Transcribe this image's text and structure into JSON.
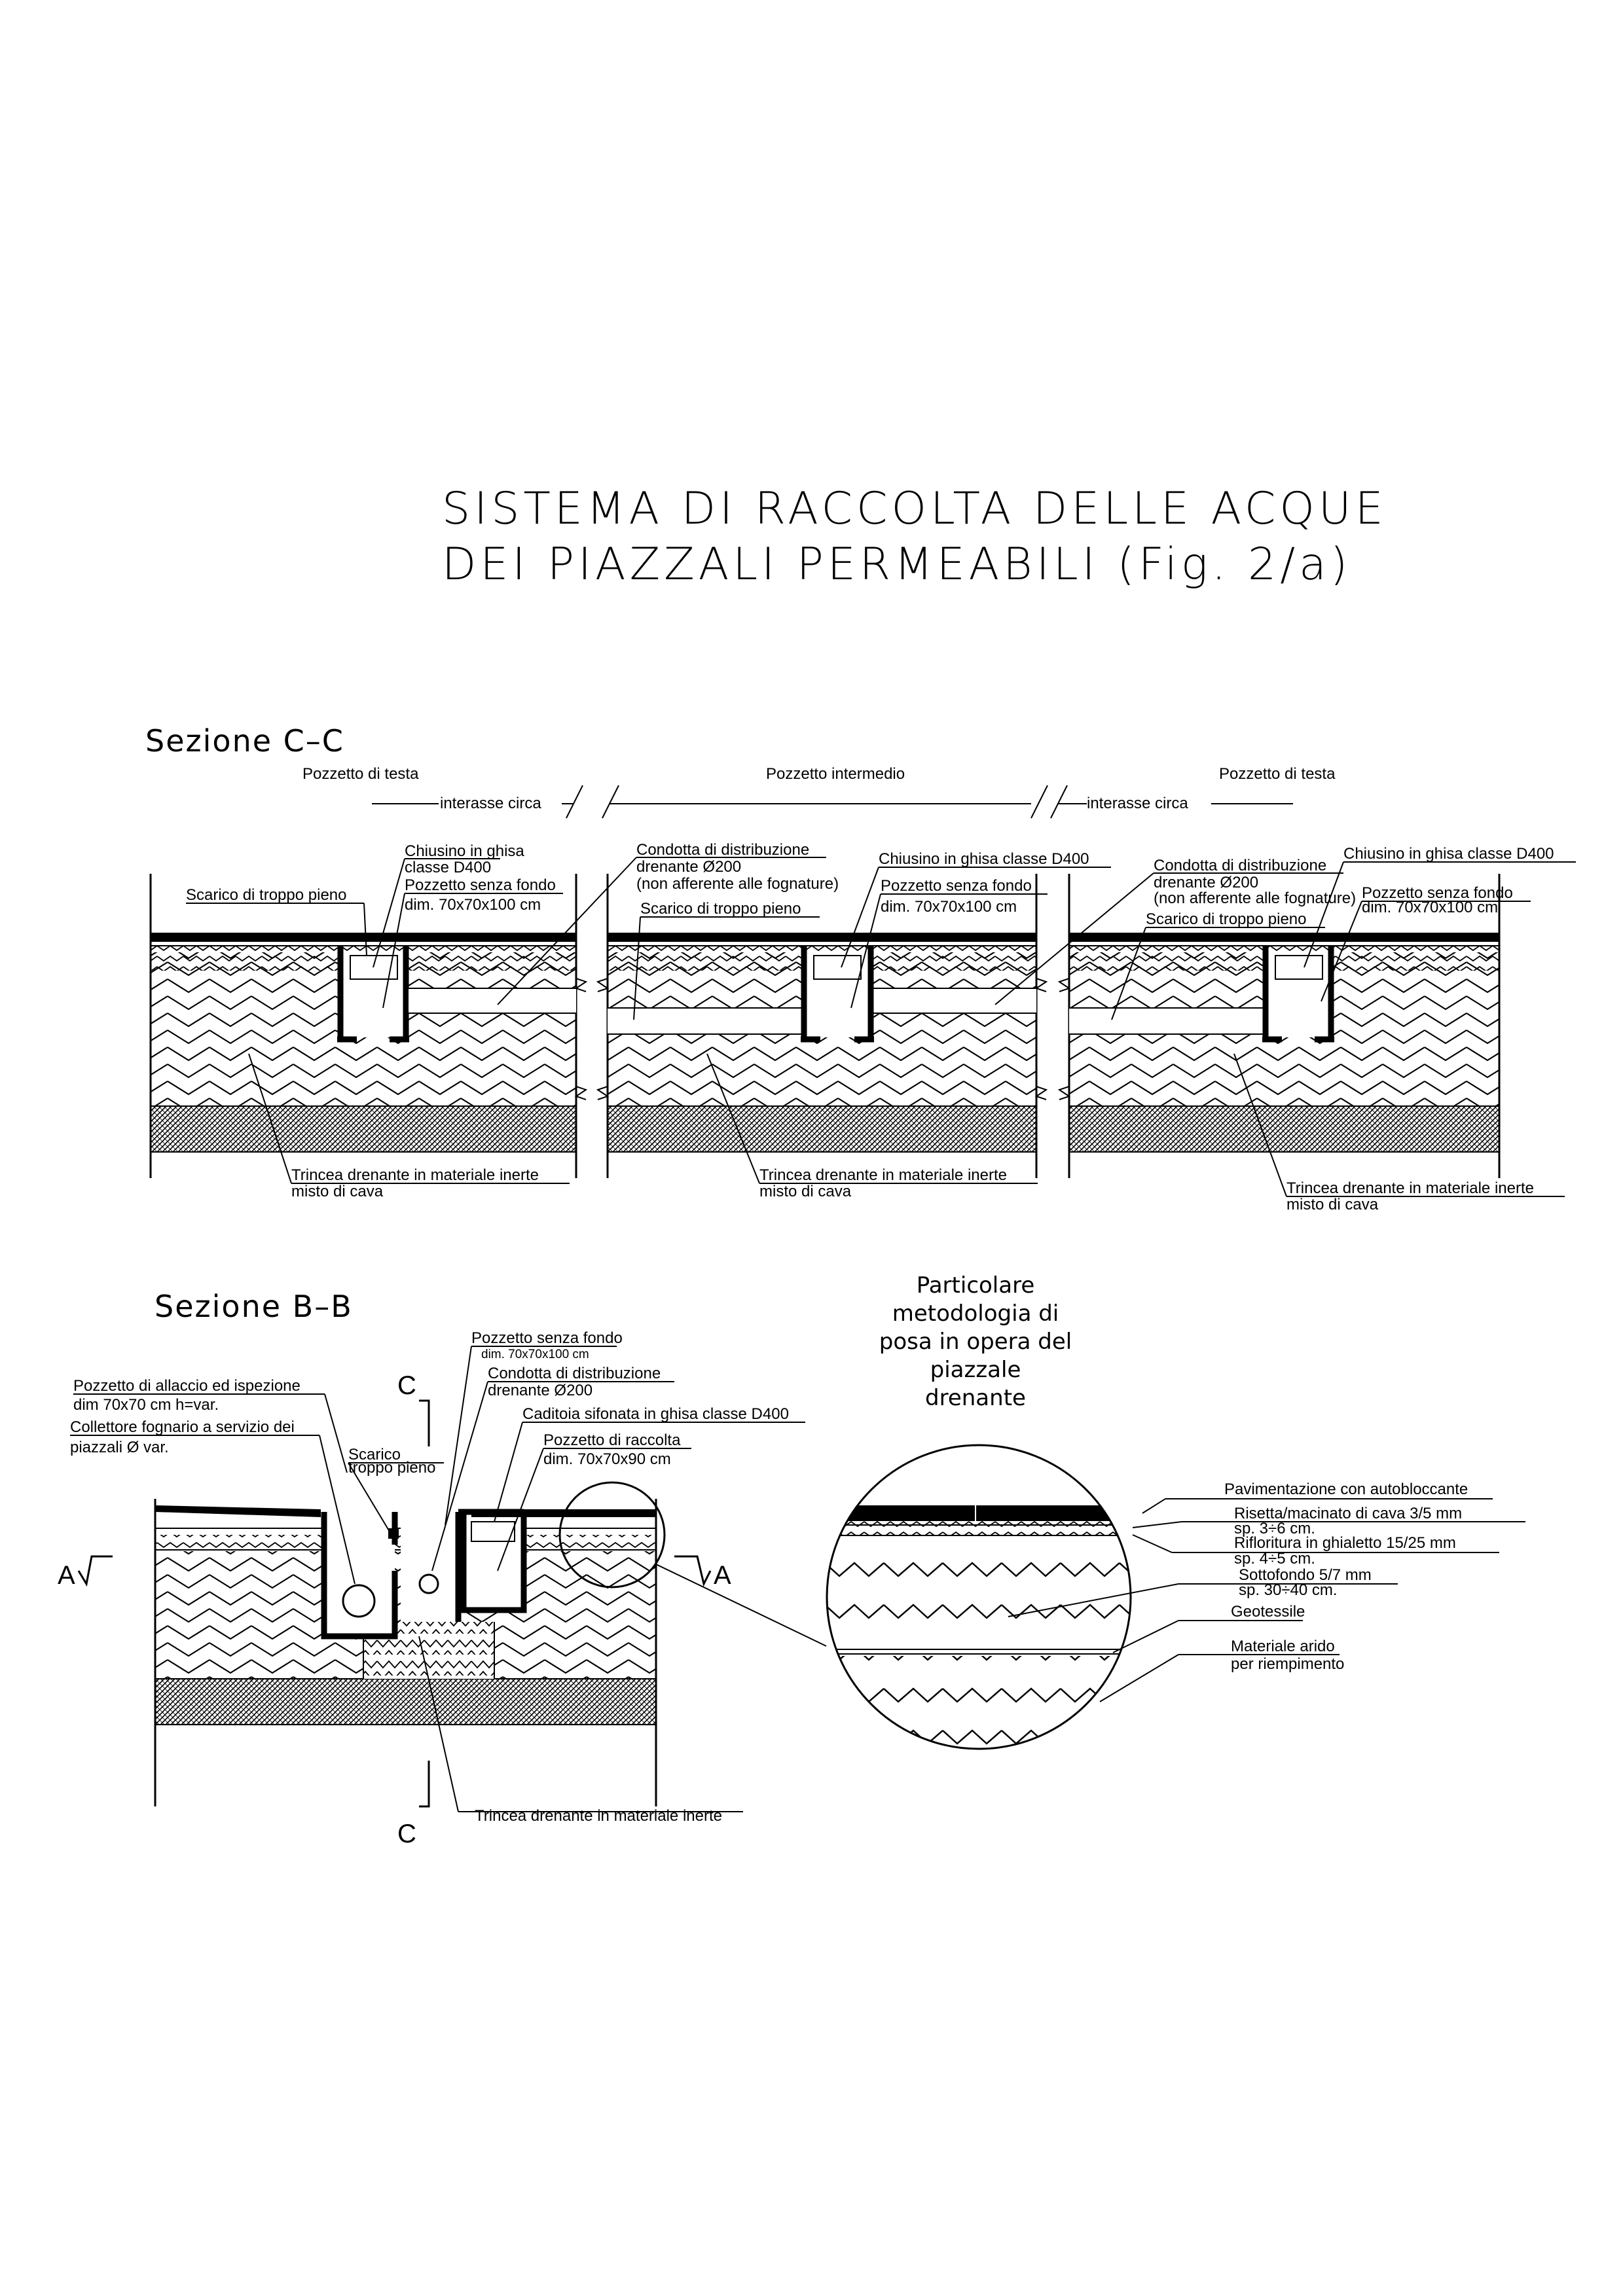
{
  "title": {
    "line1": "SISTEMA DI RACCOLTA DELLE ACQUE",
    "line2": "DEI PIAZZALI PERMEABILI (Fig. 2/a)"
  },
  "section_cc": {
    "title": "Sezione C–C",
    "head_left": "Pozzetto di testa",
    "head_middle": "Pozzetto intermedio",
    "head_right": "Pozzetto di testa",
    "spacing": "interasse circa",
    "left": {
      "cover_1": "Chiusino in ghisa",
      "cover_2": "classe D400",
      "pit_1": "Pozzetto senza fondo",
      "pit_2": "dim. 70x70x100 cm",
      "overflow": "Scarico di troppo pieno"
    },
    "middle": {
      "pipe_1": "Condotta di distribuzione",
      "pipe_2": "drenante Ø200",
      "pipe_3": "(non afferente alle fognature)",
      "overflow": "Scarico di troppo pieno",
      "cover": "Chiusino in ghisa classe D400",
      "pit_1": "Pozzetto senza fondo",
      "pit_2": "dim. 70x70x100 cm"
    },
    "right": {
      "pipe_1": "Condotta di distribuzione",
      "pipe_2": "drenante Ø200",
      "pipe_3": "(non afferente alle fognature)",
      "overflow": "Scarico di troppo pieno",
      "cover": "Chiusino in ghisa classe D400",
      "pit_1": "Pozzetto senza fondo",
      "pit_2": "dim. 70x70x100 cm"
    },
    "trench_1": "Trincea drenante in materiale inerte",
    "trench_2": "misto di cava"
  },
  "section_bb": {
    "title": "Sezione B–B",
    "cut_letter": "C",
    "cut_a": "A",
    "pit_nb_1": "Pozzetto senza fondo",
    "pit_nb_2": "dim. 70x70x100 cm",
    "pipe_1": "Condotta di distribuzione",
    "pipe_2": "drenante Ø200",
    "grate": "Caditoia sifonata in ghisa classe D400",
    "collect_1": "Pozzetto di raccolta",
    "collect_2": "dim. 70x70x90 cm",
    "insp_1": "Pozzetto di allaccio ed ispezione",
    "insp_2": "dim 70x70 cm h=var.",
    "sewer_1": "Collettore fognario a servizio dei",
    "sewer_2": "piazzali Ø var.",
    "overflow_1": "Scarico",
    "overflow_2": "troppo pieno",
    "trench": "Trincea drenante in materiale inerte"
  },
  "detail": {
    "title_1": "Particolare",
    "title_2": "metodologia di",
    "title_3": "posa in opera del",
    "title_4": "piazzale",
    "title_5": "drenante",
    "paving": "Pavimentazione con autobloccante",
    "bedding_1": "Risetta/macinato di cava 3/5 mm",
    "bedding_2": "sp. 3÷6 cm.",
    "gravel_1": "Rifloritura in ghialetto 15/25 mm",
    "gravel_2": "sp. 4÷5 cm.",
    "sub_1": "Sottofondo 5/7 mm",
    "sub_2": "sp. 30÷40 cm.",
    "geo": "Geotessile",
    "fill_1": "Materiale arido",
    "fill_2": "per riempimento"
  }
}
